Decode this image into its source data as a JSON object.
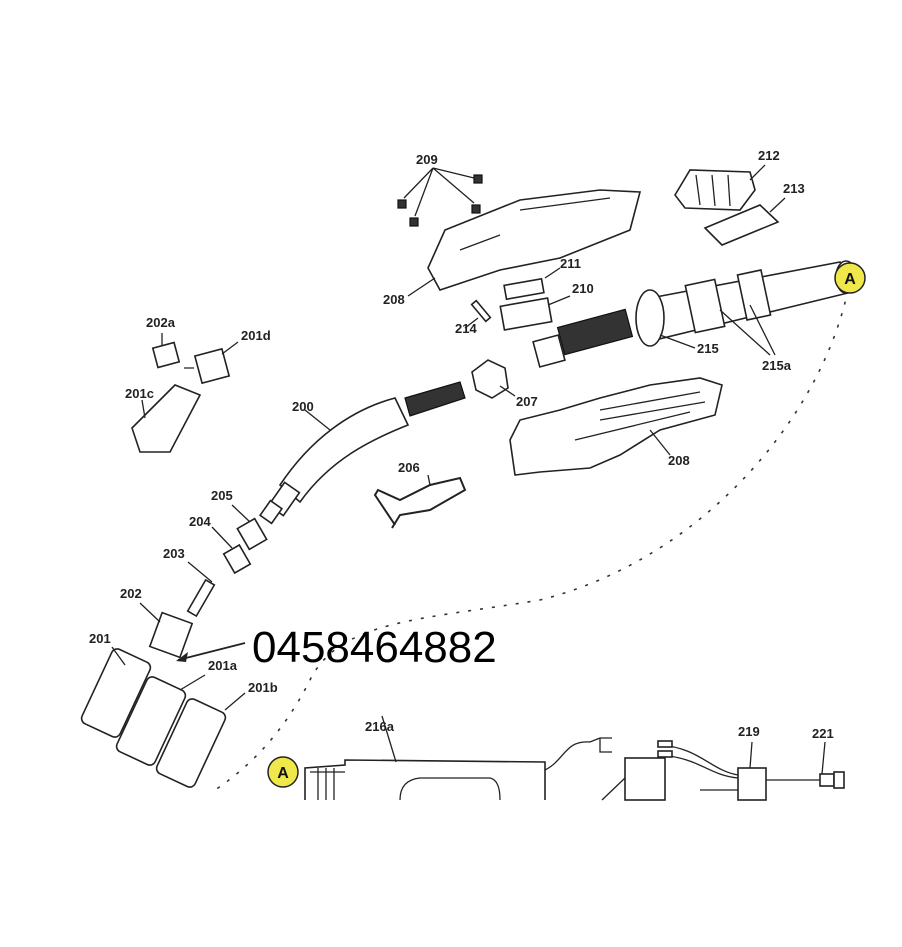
{
  "diagram": {
    "part_number": "0458464882",
    "marker_label": "A",
    "accent_color": "#f0e84a",
    "labels": {
      "l200": "200",
      "l201": "201",
      "l201a": "201a",
      "l201b": "201b",
      "l201c": "201c",
      "l201d": "201d",
      "l202": "202",
      "l202a": "202a",
      "l203": "203",
      "l204": "204",
      "l205": "205",
      "l206": "206",
      "l207": "207",
      "l208a": "208",
      "l208b": "208",
      "l209": "209",
      "l210": "210",
      "l211": "211",
      "l212": "212",
      "l213": "213",
      "l214": "214",
      "l215": "215",
      "l215a": "215a",
      "l216a": "216a",
      "l219": "219",
      "l221": "221"
    }
  }
}
